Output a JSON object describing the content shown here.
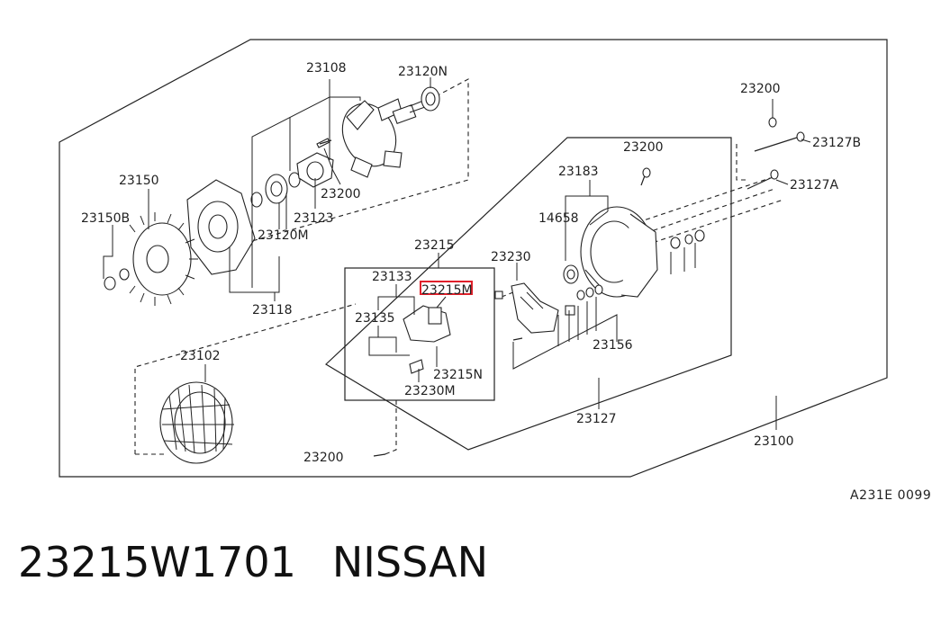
{
  "diagram": {
    "labels": {
      "l23108": "23108",
      "l23120N": "23120N",
      "l23150": "23150",
      "l23150B": "23150B",
      "l23120M": "23120M",
      "l23123": "23123",
      "l23200a": "23200",
      "l23118": "23118",
      "l23102": "23102",
      "l23200b": "23200",
      "l23200c": "23200",
      "l23127B": "23127B",
      "l23127A": "23127A",
      "l23183": "23183",
      "l14658": "14658",
      "l23230": "23230",
      "l23215": "23215",
      "l23133": "23133",
      "l23215M": "23215M",
      "l23135": "23135",
      "l23215N": "23215N",
      "l23230M": "23230M",
      "l23156": "23156",
      "l23127": "23127",
      "l23100": "23100",
      "l23200d": "23200"
    },
    "highlight_label": "l23215M",
    "highlight_color": "#e0202a"
  },
  "diagram_code": "A231E 0099",
  "part_number": "23215W1701",
  "brand": "NISSAN"
}
